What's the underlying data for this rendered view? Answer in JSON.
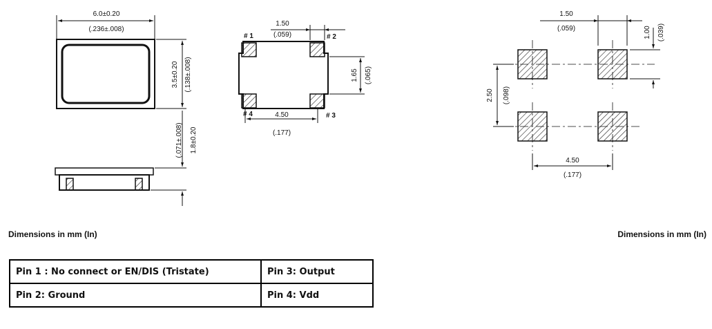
{
  "left_figure": {
    "top_view": {
      "width_dim": "6.0±0.20",
      "width_dim_in": "(.236±.008)",
      "height_dim": "3.5±0.20",
      "height_dim_in": "(.138±.008)"
    },
    "pad_view": {
      "pad1_label": "# 1",
      "pad2_label": "# 2",
      "pad3_label": "# 3",
      "pad4_label": "# 4",
      "pad_width_dim": "1.50",
      "pad_width_dim_in": "(.059)",
      "pad_span_v_dim": "1.65",
      "pad_span_v_dim_in": "(.065)",
      "pad_span_h_dim": "4.50",
      "pad_span_h_dim_in": "(.177)"
    },
    "side_view": {
      "thickness_dim": "1.8±0.20",
      "thickness_dim_in": "(.071±.008)"
    }
  },
  "right_figure": {
    "pad_w_dim": "1.50",
    "pad_w_dim_in": "(.059)",
    "pad_h_dim": "1.00",
    "pad_h_dim_in": "(.039)",
    "pitch_v_dim": "2.50",
    "pitch_v_dim_in": "(.098)",
    "pitch_h_dim": "4.50",
    "pitch_h_dim_in": "(.177)"
  },
  "captions": {
    "left": "Dimensions in mm (In)",
    "right": "Dimensions in mm (In)"
  },
  "pin_table": {
    "rows": [
      [
        "Pin 1 : No connect or EN/DIS (Tristate)",
        "Pin 3: Output"
      ],
      [
        "Pin 2: Ground",
        "Pin 4: Vdd"
      ]
    ]
  }
}
